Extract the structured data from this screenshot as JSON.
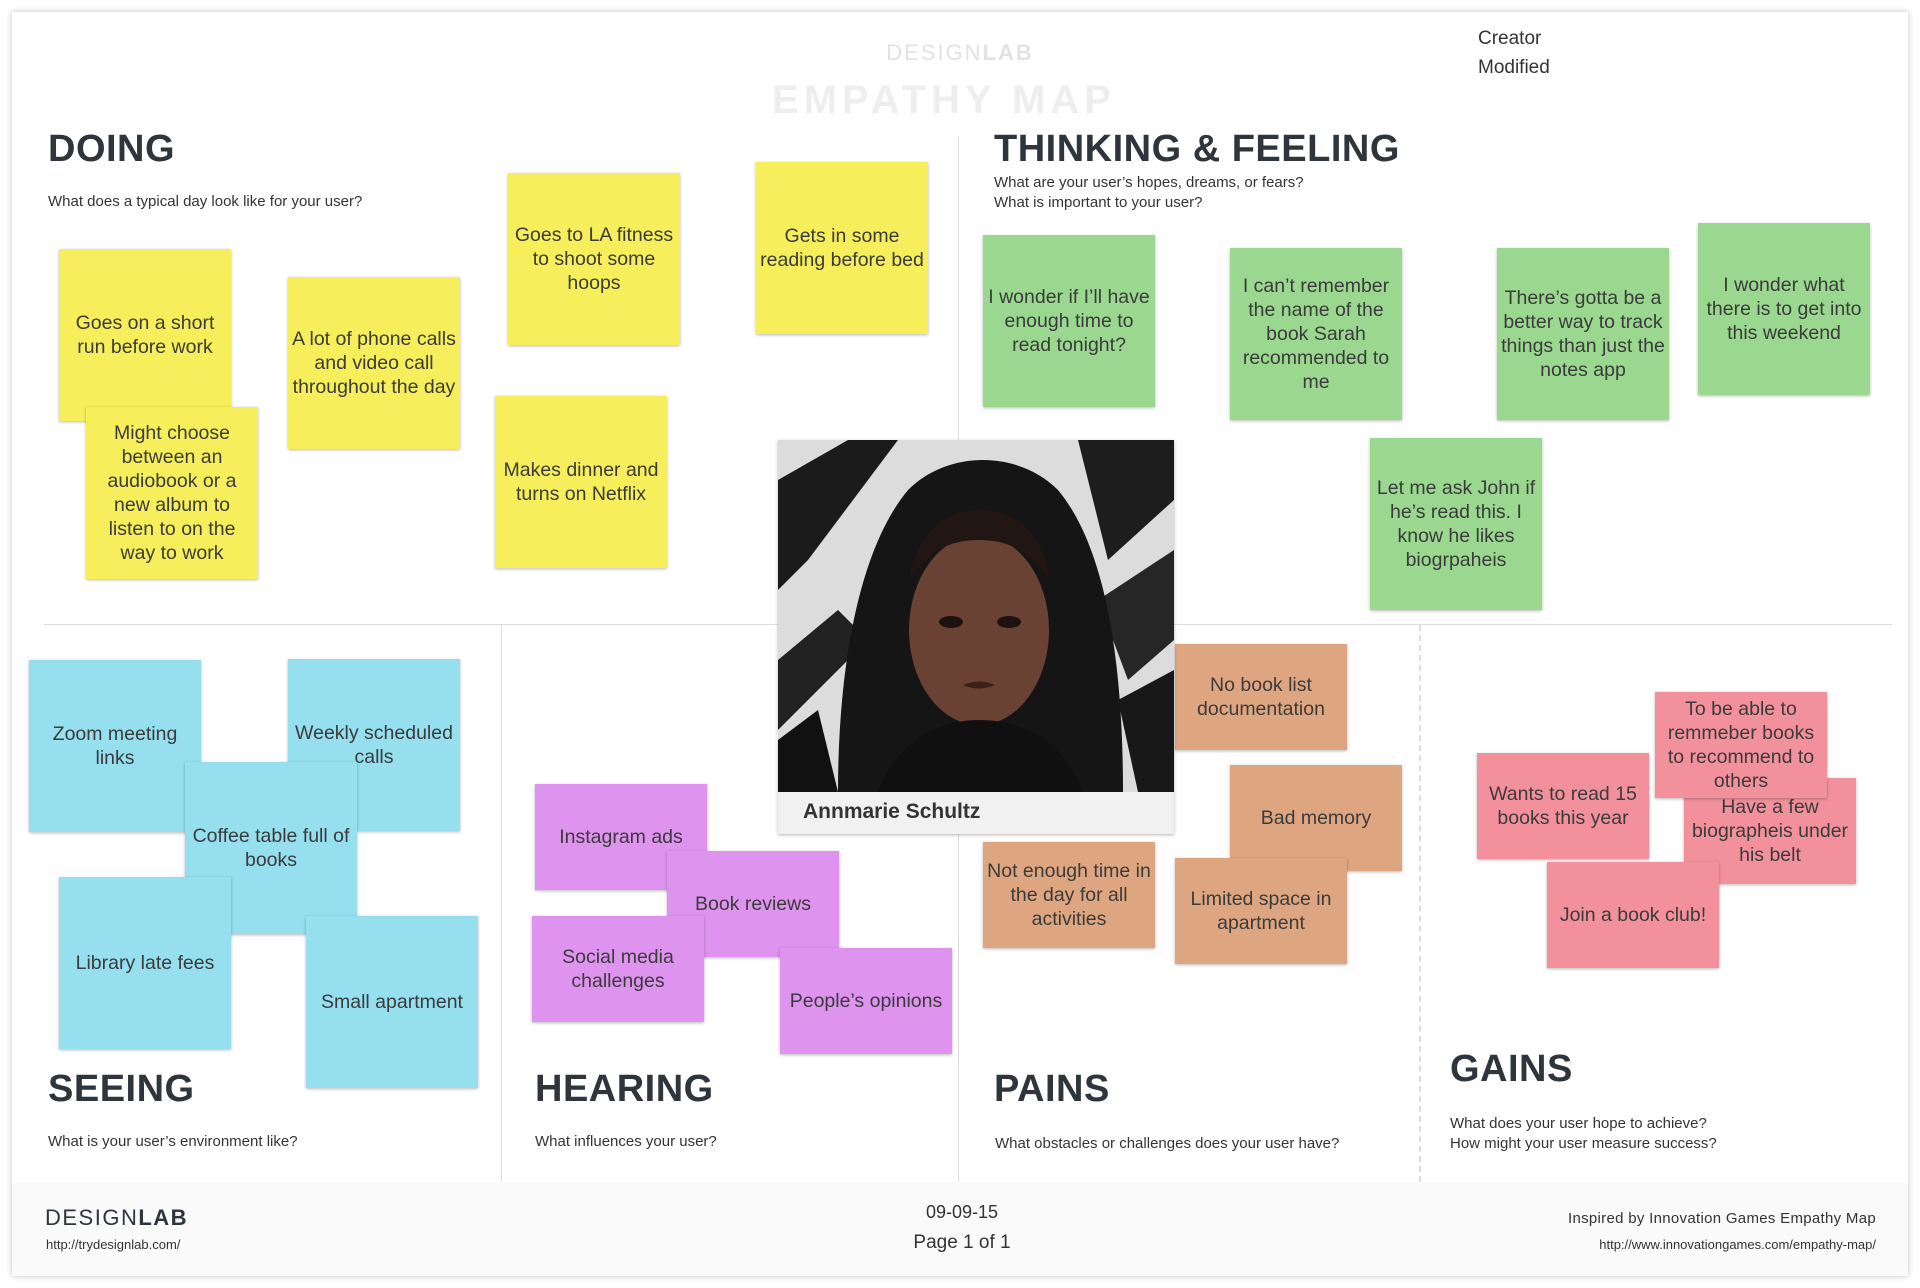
{
  "header": {
    "brand_light": "DESIGN",
    "brand_bold": "LAB",
    "title": "EMPATHY MAP",
    "creator_label": "Creator",
    "modified_label": "Modified"
  },
  "quadrants": {
    "doing": {
      "title": "DOING",
      "prompt": "What does a typical day look like for your user?"
    },
    "thinking": {
      "title": "THINKING & FEELING",
      "prompt1": "What are your user’s hopes, dreams, or fears?",
      "prompt2": "What is important to your user?"
    },
    "seeing": {
      "title": "SEEING",
      "prompt": "What is your user’s environment like?"
    },
    "hearing": {
      "title": "HEARING",
      "prompt": "What influences your user?"
    },
    "pains": {
      "title": "PAINS",
      "prompt": "What obstacles or challenges does your user have?"
    },
    "gains": {
      "title": "GAINS",
      "prompt1": "What does your user hope to achieve?",
      "prompt2": "How might your user measure success?"
    }
  },
  "notes": {
    "doing": [
      "Goes on a short run before work",
      "Might choose between an audiobook or a new album to listen to on the way to work",
      "A lot of phone calls and video call throughout the day",
      "Goes to LA fitness to shoot some hoops",
      "Makes dinner and turns on Netflix",
      "Gets in some reading before bed"
    ],
    "thinking": [
      "I wonder if I’ll have enough time to read tonight?",
      "I can’t remember the name of the book Sarah recommended to me",
      "There’s gotta be a better way to track things than just the notes app",
      "I wonder what there is to get into this weekend",
      "Let me ask John if he’s read this. I know he likes biogrpaheis"
    ],
    "seeing": [
      "Zoom meeting links",
      "Weekly scheduled calls",
      "Coffee table full of books",
      "Library late fees",
      "Small apartment"
    ],
    "hearing": [
      "Instagram ads",
      "Book reviews",
      "Social media challenges",
      "People’s opinions"
    ],
    "pains": [
      "No book list documentation",
      "Bad memory",
      "Not enough time in the day for all activities",
      "Limited space in apartment"
    ],
    "gains": [
      "To be able to remmeber books to recommend to others",
      "Wants to read 15 books this year",
      "Have a few biographeis under his belt",
      "Join a book club!"
    ]
  },
  "persona": {
    "name": "Annmarie Schultz"
  },
  "footer": {
    "brand_light": "DESIGN",
    "brand_bold": "LAB",
    "url": "http://trydesignlab.com/",
    "date": "09-09-15",
    "page": "Page 1 of 1",
    "inspired": "Inspired by Innovation Games Empathy Map",
    "inspired_url": "http://www.innovationgames.com/empathy-map/"
  },
  "colors": {
    "yellow": "#f6ef5b",
    "green": "#9ad78f",
    "blue": "#95dfef",
    "purple": "#de93ee",
    "orange": "#dea680",
    "pink": "#f2919b"
  }
}
